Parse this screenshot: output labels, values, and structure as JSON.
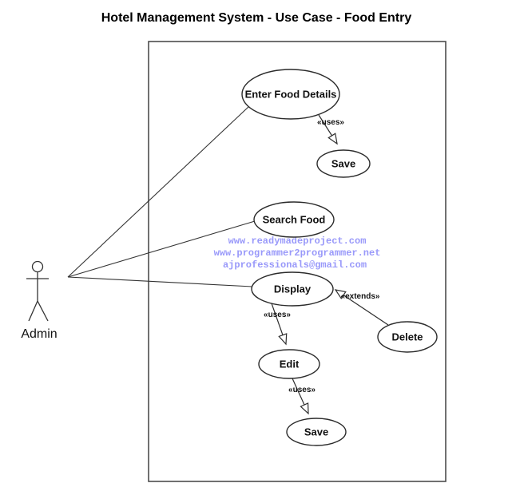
{
  "title": "Hotel Management System - Use Case - Food Entry",
  "actor": {
    "label": "Admin"
  },
  "use_cases": {
    "enter_food_details": "Enter Food Details",
    "save_top": "Save",
    "search_food": "Search Food",
    "display": "Display",
    "delete": "Delete",
    "edit": "Edit",
    "save_bottom": "Save"
  },
  "stereotypes": {
    "uses_enter_to_save": "«uses»",
    "uses_display_to_edit": "«uses»",
    "uses_edit_to_save": "«uses»",
    "extends_delete_to_display": "«extends»"
  },
  "watermark": {
    "lines": [
      "www.readymadeproject.com",
      "www.programmer2programmer.net",
      "ajprofessionals@gmail.com"
    ],
    "color": "#9999fa"
  },
  "colors": {
    "background": "#ffffff",
    "diagram_stroke": "#2b2b2b",
    "boundary_stroke": "#4c4c4c",
    "watermark_text": "#9999fa"
  }
}
